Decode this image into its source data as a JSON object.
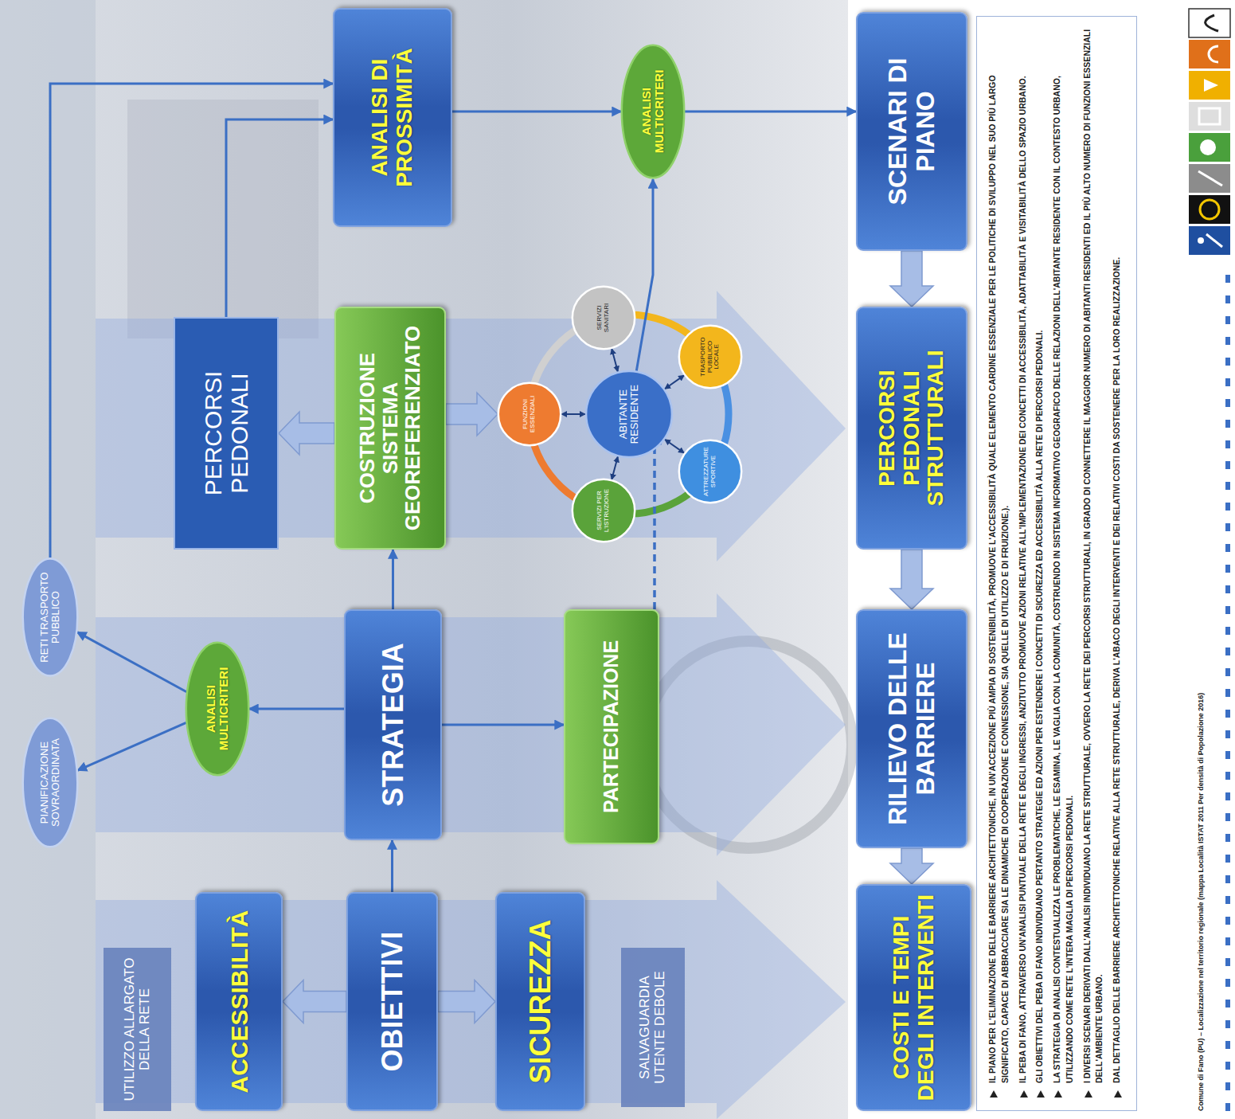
{
  "diagram": {
    "nodes": [
      {
        "text": [
          "UTILIZZO ALLARGATO DELLA RETE"
        ]
      },
      {
        "text": [
          "PIANIFICAZIONE SOVRAORDINATA"
        ]
      },
      {
        "text": [
          "RETI TRASPORTO PUBBLICO"
        ]
      },
      {
        "text": [
          "PERCORSI PEDONALI"
        ]
      },
      {
        "text": [
          "ACCESSIBILITÀ"
        ]
      },
      {
        "text": [
          "ANALISI MULTICRITERI"
        ]
      },
      {
        "text": [
          "ANALISI DI PROSSIMITÀ"
        ]
      },
      {
        "text": [
          "COSTRUZIONE SISTEMA GEOREFERENZIATO"
        ]
      },
      {
        "text": [
          "OBIETTIVI"
        ]
      },
      {
        "text": [
          "STRATEGIA"
        ]
      },
      {
        "text": [
          "SICUREZZA"
        ]
      },
      {
        "text": [
          "FUNZIONI ESSENZIALI"
        ]
      },
      {
        "text": [
          "PARTECIPAZIONE"
        ]
      },
      {
        "text": [
          "SERVIZI SANITARI"
        ]
      },
      {
        "text": [
          "SERVIZI PER L'ISTRUZIONE"
        ]
      },
      {
        "text": [
          "ABITANTE RESIDENTE"
        ]
      },
      {
        "text": [
          "ANALISI MULTICRITERI"
        ]
      },
      {
        "text": [
          "SALVAGUARDIA UTENTE DEBOLE"
        ]
      },
      {
        "text": [
          "TRASPORTO PUBBLICO LOCALE"
        ]
      },
      {
        "text": [
          "ATTREZZATURE SPORTIVE"
        ]
      },
      {
        "text": [
          "COSTI E TEMPI DEGLI INTERVENTI"
        ]
      },
      {
        "text": [
          "RILIEVO DELLE BARRIERE"
        ]
      },
      {
        "text": [
          "PERCORSI PEDONALI STRUTTURALI"
        ]
      },
      {
        "text": [
          "SCENARI DI PIANO"
        ]
      }
    ],
    "edges": [
      {
        "from": 8,
        "to": 4,
        "arrow": "to"
      },
      {
        "from": 8,
        "to": 10,
        "arrow": "to"
      },
      {
        "from": 8,
        "to": 9,
        "arrow": "to"
      },
      {
        "from": 9,
        "to": 5,
        "arrow": "to"
      },
      {
        "from": 5,
        "to": 1,
        "arrow": "to"
      },
      {
        "from": 5,
        "to": 2,
        "arrow": "to"
      },
      {
        "from": 9,
        "to": 12,
        "arrow": "to"
      },
      {
        "from": 9,
        "to": 7,
        "arrow": "to"
      },
      {
        "from": 7,
        "to": 3,
        "arrow": "to"
      },
      {
        "from": 7,
        "to": 11,
        "arrow": "to"
      },
      {
        "from": 12,
        "to": 15,
        "arrow": "to"
      },
      {
        "from": 15,
        "to": 11,
        "arrow": "both"
      },
      {
        "from": 15,
        "to": 13,
        "arrow": "both"
      },
      {
        "from": 15,
        "to": 18,
        "arrow": "both"
      },
      {
        "from": 15,
        "to": 19,
        "arrow": "both"
      },
      {
        "from": 15,
        "to": 14,
        "arrow": "both"
      },
      {
        "from": 15,
        "to": 16,
        "arrow": "to"
      },
      {
        "from": 3,
        "to": 6,
        "arrow": "to"
      },
      {
        "from": 2,
        "to": 6,
        "arrow": "to"
      },
      {
        "from": 6,
        "to": 16,
        "arrow": "to"
      },
      {
        "from": 16,
        "to": 23,
        "arrow": "to"
      },
      {
        "from": 23,
        "to": 22,
        "arrow": "to"
      },
      {
        "from": 22,
        "to": 21,
        "arrow": "to"
      },
      {
        "from": 21,
        "to": 20,
        "arrow": "to"
      }
    ],
    "labels": [
      "IL PIANO PER L'ELIMINAZIONE DELLE BARRIERE ARCHITETTONICHE, IN UN'ACCEZIONE PIÙ AMPIA DI SOSTENIBILITÀ, PROMUOVE L'ACCESSIBILITÀ QUALE ELEMENTO CARDINE ESSENZIALE PER LE POLITICHE DI SVILUPPO NEL SUO PIÙ LARGO SIGNIFICATO, CAPACE DI ABBRACCIARE SIA LE DINAMICHE DI COOPERAZIONE E CONNESSIONE, SIA QUELLE DI UTILIZZO E DI FRUIZIONE.).",
      "IL PEBA DI FANO, ATTRAVERSO UN'ANALISI PUNTUALE DELLA RETE E DEGLI INGRESSI, ANZITUTTO PROMUOVE AZIONI RELATIVE ALL'IMPLEMENTAZIONE DEI CONCETTI DI ACCESSIBILITÀ, ADATTABILITÀ E VISITABILITÀ DELLO SPAZIO URBANO.",
      "GLI OBIETTIVI DEL PEBA DI FANO INDIVIDUANO PERTANTO STRATEGIE ED AZIONI PER ESTENDERE I CONCETTI DI SICUREZZA ED ACCESSIBILITÀ ALLA RETE DI PERCORSI PEDONALI.",
      "LA STRATEGIA DI ANALISI CONTESTUALIZZA LE PROBLEMATICHE, LE ESAMINA, LE VAGLIA CON LA COMUNITÀ, COSTRUENDO IN SISTEMA INFORMATIVO GEOGRAFICO DELLE RELAZIONI DELL'ABITANTE RESIDENTE CON IL CONTESTO URBANO, UTILIZZANDO COME RETE L'INTERA MAGLIA DI PERCORSI PEDONALI.",
      "I DIVERSI SCENARI DERIVATI DALL'ANALISI INDIVIDUANO LA RETE STRUTTURALE, OVVERO LA RETE DEI PERCORSI STRUTTURALI, IN GRADO DI CONNETTERE IL MAGGIOR NUMERO DI ABITANTI RESIDENTI ED IL PIÙ ALTO NUMERO DI FUNZIONI ESSENZIALI DELL'AMBIENTE URBANO.",
      "DAL DETTAGLIO DELLE BARRIERE ARCHITETTONICHE RELATIVE ALLA RETE STRUTTURALE, DERIVA L'ABACO DEGLI INTERVENTI E DEI RELATIVI COSTI DA SOSTENERE PER LA LORO REALIZZAZIONE.",
      "Comune di Fano (PU) – Localizzazione nel territorio regionale (mappa Località ISTAT 2011 Per densità di Popolazione 2016)"
    ]
  }
}
